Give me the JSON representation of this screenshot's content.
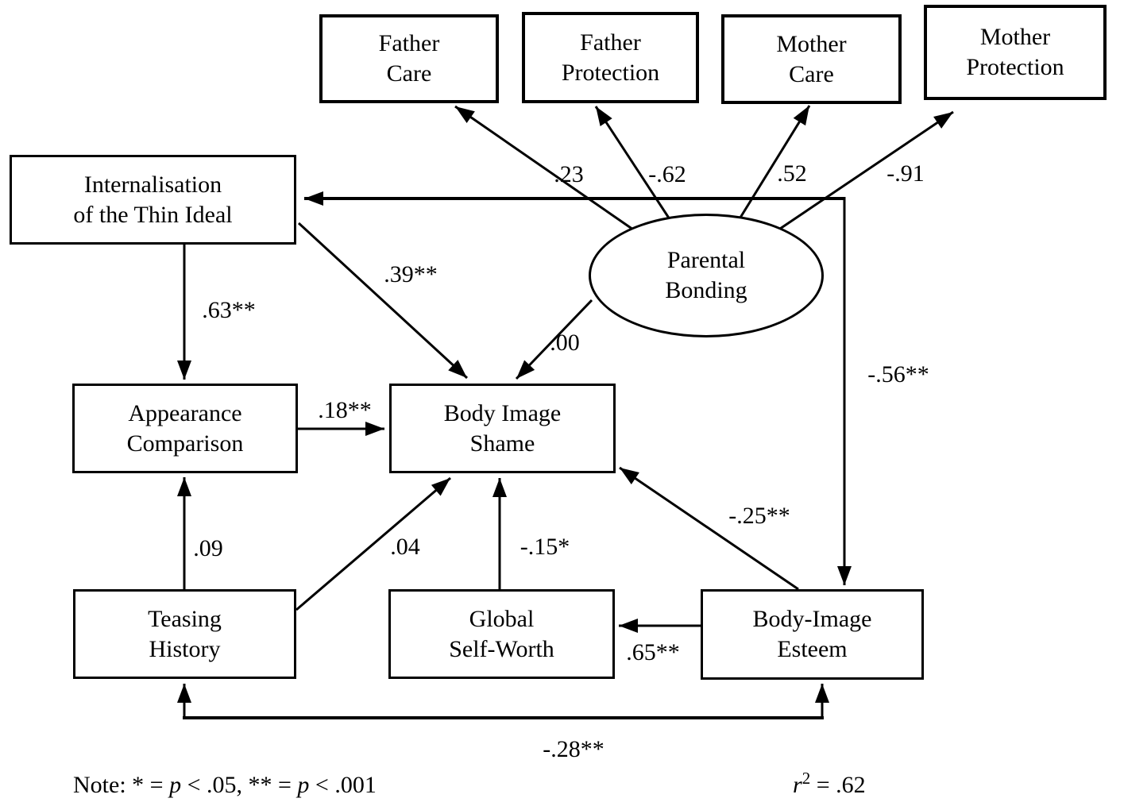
{
  "boxes": {
    "father_care": {
      "line1": "Father",
      "line2": "Care"
    },
    "father_protection": {
      "line1": "Father",
      "line2": "Protection"
    },
    "mother_care": {
      "line1": "Mother",
      "line2": "Care"
    },
    "mother_protection": {
      "line1": "Mother",
      "line2": "Protection"
    },
    "internalisation": {
      "line1": "Internalisation",
      "line2": "of the Thin Ideal"
    },
    "appearance_comparison": {
      "line1": "Appearance",
      "line2": "Comparison"
    },
    "body_image_shame": {
      "line1": "Body Image",
      "line2": "Shame"
    },
    "teasing_history": {
      "line1": "Teasing",
      "line2": "History"
    },
    "global_self_worth": {
      "line1": "Global",
      "line2": "Self-Worth"
    },
    "body_image_esteem": {
      "line1": "Body-Image",
      "line2": "Esteem"
    }
  },
  "latent": {
    "parental_bonding": {
      "line1": "Parental",
      "line2": "Bonding"
    }
  },
  "coefficients": {
    "pb_to_father_care": ".23",
    "pb_to_father_protection": "-.62",
    "pb_to_mother_care": ".52",
    "pb_to_mother_protection": "-.91",
    "internalisation_to_appearance": ".63**",
    "internalisation_to_shame": ".39**",
    "pb_to_shame": ".00",
    "pb_to_esteem": "-.56**",
    "appearance_to_shame": ".18**",
    "teasing_to_appearance": ".09",
    "teasing_to_shame": ".04",
    "selfworth_to_shame": "-.15*",
    "esteem_to_shame": "-.25**",
    "esteem_to_selfworth": ".65**",
    "teasing_esteem_covariance": "-.28**"
  },
  "footer": {
    "note_prefix": "Note: * = ",
    "note_p1": "p",
    "note_mid": " < .05, ** = ",
    "note_p2": "p",
    "note_suffix": " < .001",
    "r2_var": "r",
    "r2_sup": "2",
    "r2_value": " = .62"
  },
  "colors": {
    "line": "#000000",
    "background": "#ffffff",
    "text": "#000000"
  }
}
